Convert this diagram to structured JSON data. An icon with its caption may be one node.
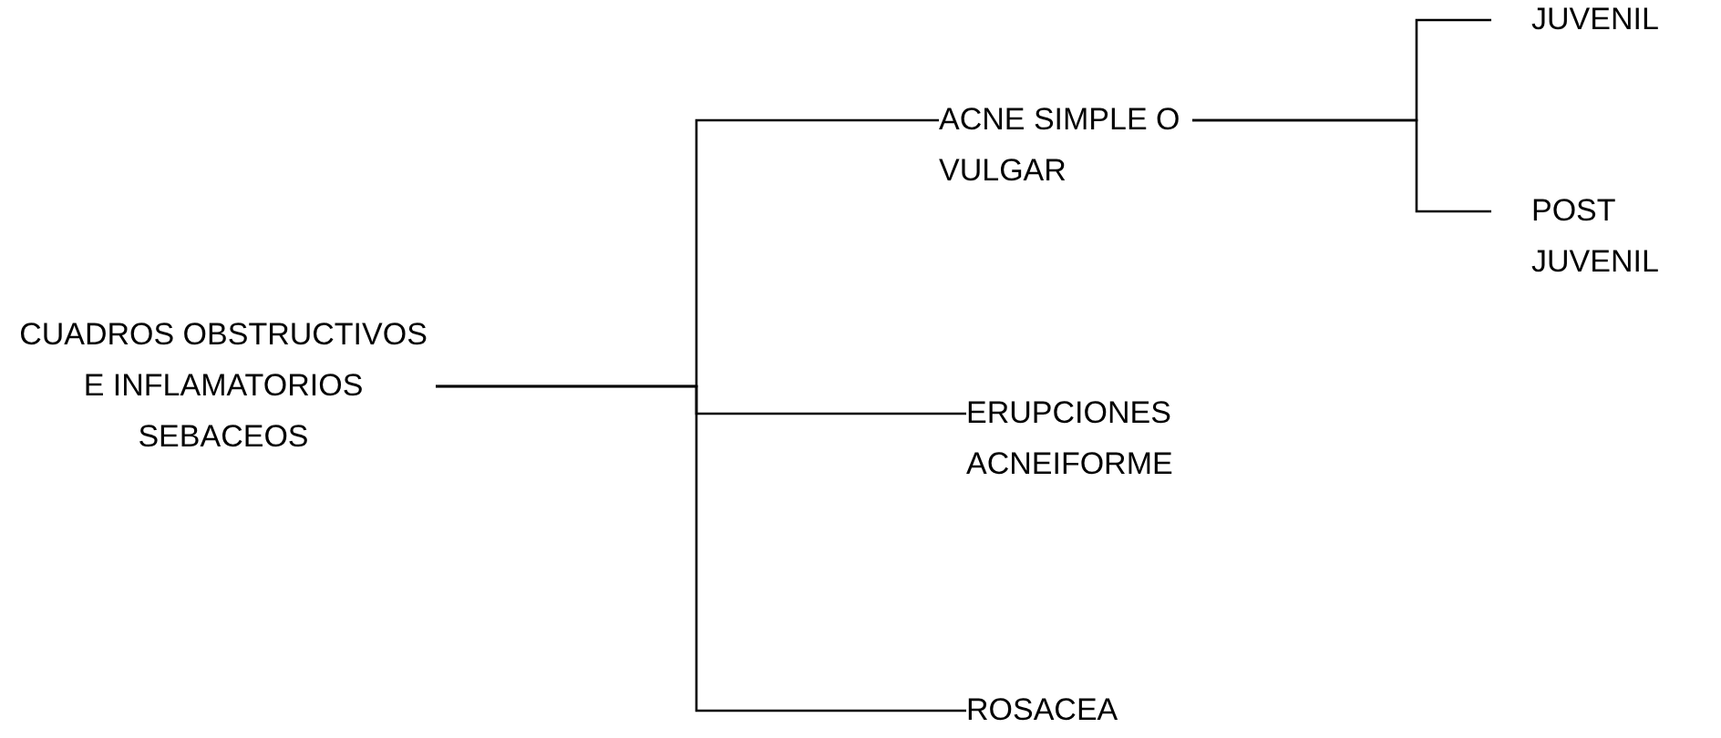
{
  "diagram": {
    "nodes": [
      {
        "text": [
          "CUADROS OBSTRUCTIVOS E INFLAMATORIOS SEBACEOS"
        ]
      },
      {
        "text": [
          "ACNE SIMPLE O VULGAR"
        ]
      },
      {
        "text": [
          "ERUPCIONES ACNEIFORME"
        ]
      },
      {
        "text": [
          "ROSACEA"
        ]
      },
      {
        "text": [
          "JUVENIL"
        ]
      },
      {
        "text": [
          "POST JUVENIL"
        ]
      }
    ],
    "edges": [
      {
        "from": 0,
        "to": 1,
        "arrow": "none"
      },
      {
        "from": 0,
        "to": 2,
        "arrow": "none"
      },
      {
        "from": 0,
        "to": 3,
        "arrow": "none"
      },
      {
        "from": 1,
        "to": 4,
        "arrow": "none"
      },
      {
        "from": 1,
        "to": 5,
        "arrow": "none"
      }
    ]
  }
}
